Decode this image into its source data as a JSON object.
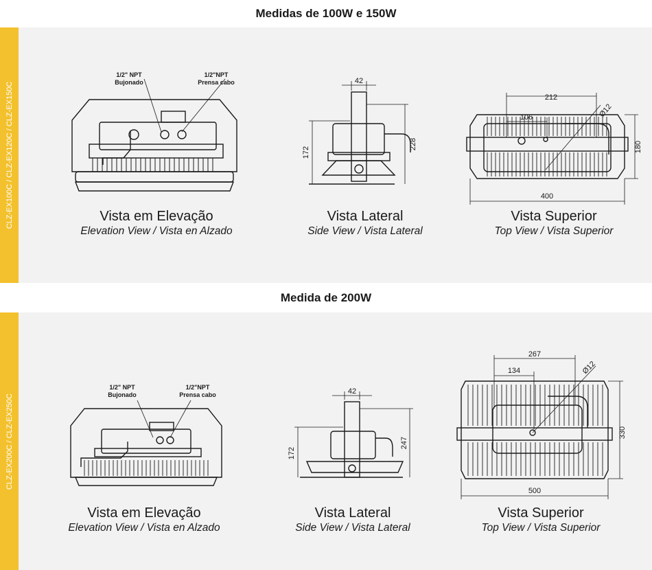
{
  "section1": {
    "title": "Medidas de 100W e 150W",
    "sidebar_label": "CLZ-EX100C / CLZ-EX120C / CLZ-EX150C",
    "elevation": {
      "label_npt_left": "1/2\" NPT",
      "label_bujonado": "Bujonado",
      "label_npt_right": "1/2\"NPT",
      "label_prensa": "Prensa cabo",
      "caption": "Vista em Elevação",
      "subcaption": "Elevation View / Vista en Alzado"
    },
    "side": {
      "dim_top": "42",
      "dim_left": "172",
      "dim_right": "228",
      "caption": "Vista Lateral",
      "subcaption": "Side View / Vista Lateral"
    },
    "top": {
      "dim_a": "212",
      "dim_b": "106",
      "dim_dia": "Ø12",
      "dim_height": "180",
      "dim_width": "400",
      "caption": "Vista Superior",
      "subcaption": "Top View / Vista Superior"
    }
  },
  "section2": {
    "title": "Medida de 200W",
    "sidebar_label": "CLZ-EX200C / CLZ-EX250C",
    "elevation": {
      "label_npt_left": "1/2\" NPT",
      "label_bujonado": "Bujonado",
      "label_npt_right": "1/2\"NPT",
      "label_prensa": "Prensa cabo",
      "caption": "Vista em Elevação",
      "subcaption": "Elevation View / Vista en Alzado"
    },
    "side": {
      "dim_top": "42",
      "dim_left": "172",
      "dim_right": "247",
      "caption": "Vista Lateral",
      "subcaption": "Side View / Vista Lateral"
    },
    "top": {
      "dim_a": "267",
      "dim_b": "134",
      "dim_dia": "Ø12",
      "dim_height": "330",
      "dim_width": "500",
      "caption": "Vista Superior",
      "subcaption": "Top View / Vista Superior"
    }
  },
  "colors": {
    "accent": "#f3c12d",
    "panel": "#f2f2f2",
    "line": "#1a1a1a"
  }
}
